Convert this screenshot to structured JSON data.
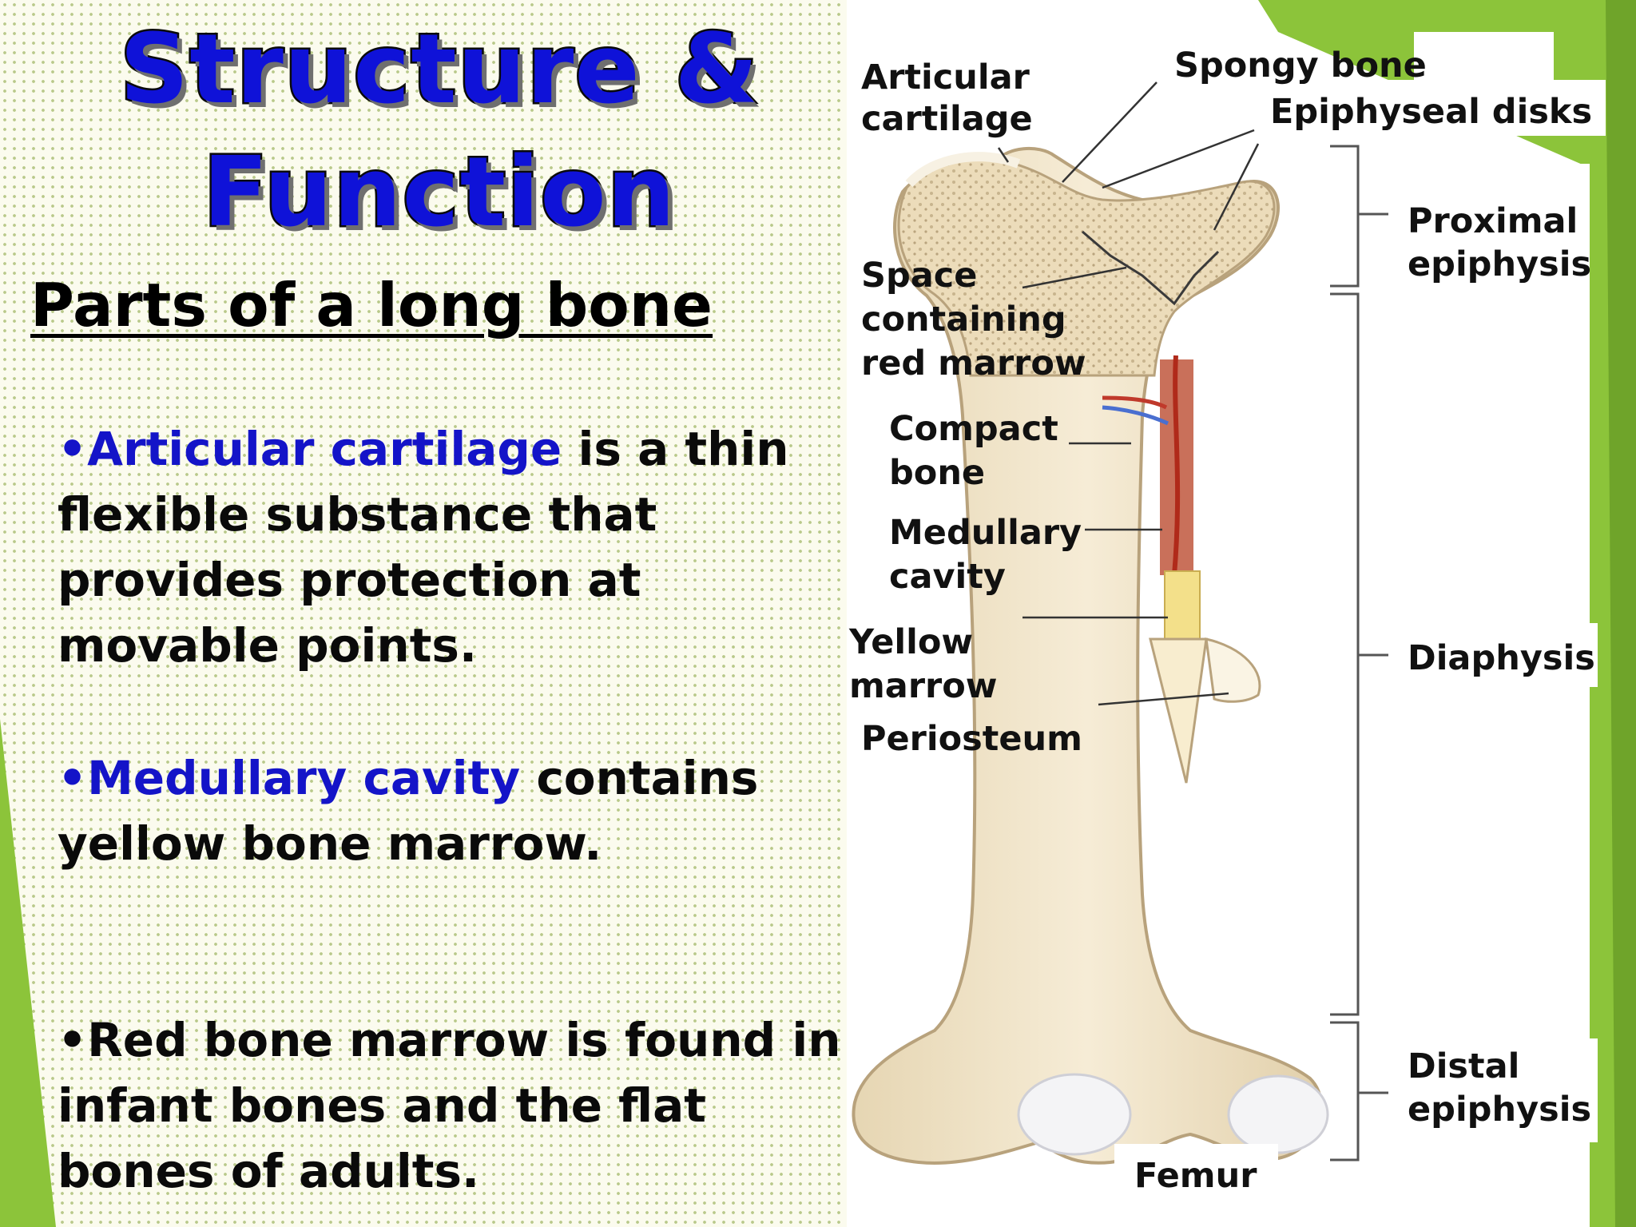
{
  "title_line1": "Structure &",
  "title_line2": "Function",
  "subtitle": "Parts of a long bone",
  "paragraphs": [
    {
      "bullet": "•",
      "highlight": "Articular cartilage",
      "text": " is a thin flexible substance that provides protection at movable points."
    },
    {
      "bullet": "•",
      "highlight": "Medullary cavity",
      "text": " contains yellow bone marrow."
    },
    {
      "bullet": "•",
      "highlight": "",
      "text": "Red bone marrow is found in infant bones and the flat bones of adults."
    }
  ],
  "diagram": {
    "labels": {
      "articular_cartilage_1": "Articular",
      "articular_cartilage_2": "cartilage",
      "spongy_bone": "Spongy bone",
      "epiphyseal_disks": "Epiphyseal disks",
      "proximal_epiphysis_1": "Proximal",
      "proximal_epiphysis_2": "epiphysis",
      "space_red_marrow_1": "Space",
      "space_red_marrow_2": "containing",
      "space_red_marrow_3": "red marrow",
      "compact_bone_1": "Compact",
      "compact_bone_2": "bone",
      "medullary_cavity_1": "Medullary",
      "medullary_cavity_2": "cavity",
      "yellow_marrow_1": "Yellow",
      "yellow_marrow_2": "marrow",
      "periosteum": "Periosteum",
      "diaphysis": "Diaphysis",
      "distal_epiphysis_1": "Distal",
      "distal_epiphysis_2": "epiphysis",
      "femur": "Femur"
    }
  },
  "colors": {
    "title_blue": "#0f12d8",
    "highlight_blue": "#1414c8",
    "accent_green": "#8cc43a",
    "bone": "#f1e5c9",
    "marrow_yellow": "#f3e08a",
    "vessel_red": "#c0392b"
  }
}
